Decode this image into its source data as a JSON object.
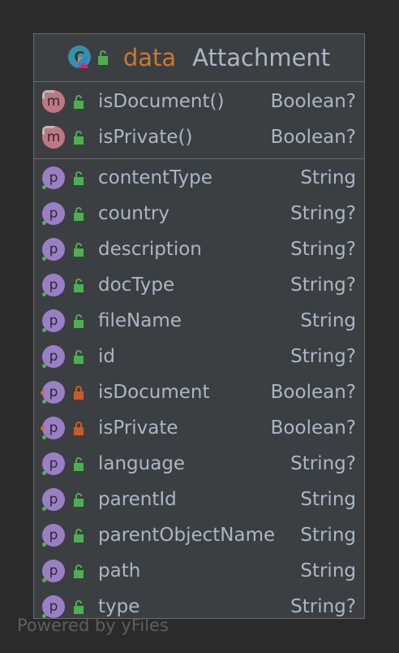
{
  "class": {
    "keyword": "data",
    "name": "Attachment",
    "icon": "kotlin-class-icon",
    "accent_keyword": "#cc7832",
    "text_color": "#a9b7c6"
  },
  "methods": [
    {
      "name": "isDocument()",
      "type": "Boolean?",
      "kind": "m",
      "visibility": "public"
    },
    {
      "name": "isPrivate()",
      "type": "Boolean?",
      "kind": "m",
      "visibility": "public"
    }
  ],
  "properties": [
    {
      "name": "contentType",
      "type": "String",
      "kind": "p",
      "visibility": "public"
    },
    {
      "name": "country",
      "type": "String?",
      "kind": "p",
      "visibility": "public"
    },
    {
      "name": "description",
      "type": "String?",
      "kind": "p",
      "visibility": "public"
    },
    {
      "name": "docType",
      "type": "String?",
      "kind": "p",
      "visibility": "public"
    },
    {
      "name": "fileName",
      "type": "String",
      "kind": "p",
      "visibility": "public"
    },
    {
      "name": "id",
      "type": "String?",
      "kind": "p",
      "visibility": "public"
    },
    {
      "name": "isDocument",
      "type": "Boolean?",
      "kind": "p",
      "visibility": "private"
    },
    {
      "name": "isPrivate",
      "type": "Boolean?",
      "kind": "p",
      "visibility": "private"
    },
    {
      "name": "language",
      "type": "String?",
      "kind": "p",
      "visibility": "public"
    },
    {
      "name": "parentId",
      "type": "String",
      "kind": "p",
      "visibility": "public"
    },
    {
      "name": "parentObjectName",
      "type": "String",
      "kind": "p",
      "visibility": "public"
    },
    {
      "name": "path",
      "type": "String",
      "kind": "p",
      "visibility": "public"
    },
    {
      "name": "type",
      "type": "String?",
      "kind": "p",
      "visibility": "public"
    }
  ],
  "footer": {
    "text": "Powered by yFiles"
  }
}
